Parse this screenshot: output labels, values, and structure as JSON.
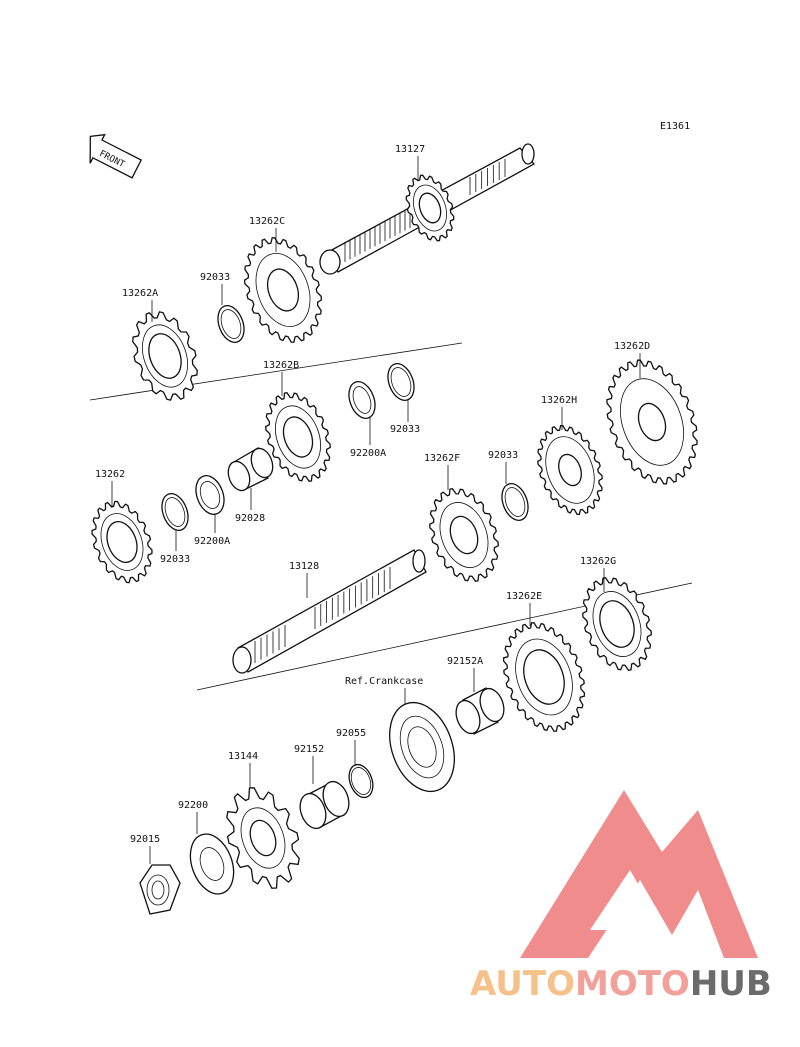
{
  "diagram_code": "E1361",
  "front_label": "FRONT",
  "reference_label": "Ref.Crankcase",
  "parts": {
    "p13127": "13127",
    "p13262C": "13262C",
    "p92033_top": "92033",
    "p13262A": "13262A",
    "p13262B": "13262B",
    "p92200A_upper": "92200A",
    "p92033_upper_right": "92033",
    "p13262D": "13262D",
    "p13262H": "13262H",
    "p92033_mid": "92033",
    "p13262F": "13262F",
    "p13262": "13262",
    "p92033_left": "92033",
    "p92200A_left": "92200A",
    "p92028": "92028",
    "p13128": "13128",
    "p13262G": "13262G",
    "p13262E": "13262E",
    "p92152A": "92152A",
    "p92055": "92055",
    "p92152": "92152",
    "p13144": "13144",
    "p92200": "92200",
    "p92015": "92015"
  },
  "watermark": {
    "part1": "AUTO",
    "part2": "MOTO",
    "part3": "HUB",
    "color_light": "#f6c28c",
    "color_mid": "#f2a09a",
    "color_dark": "#6b6b6b",
    "logo_color": "#f08080"
  }
}
